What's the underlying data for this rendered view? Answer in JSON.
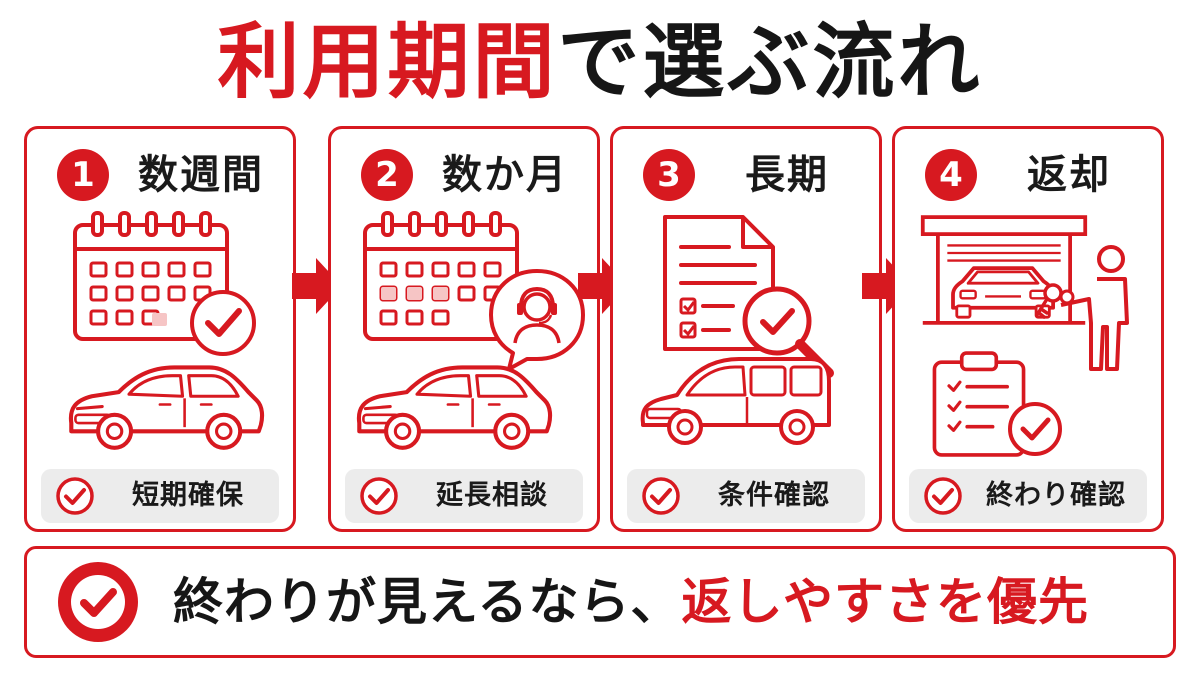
{
  "title": {
    "part1": "利用期間",
    "part2": "で選ぶ流れ"
  },
  "steps": [
    {
      "number": "1",
      "label": "数週間",
      "badge": "短期確保",
      "icons": [
        "calendar-icon",
        "check-circle-icon",
        "car-hatchback-icon"
      ]
    },
    {
      "number": "2",
      "label": "数か月",
      "badge": "延長相談",
      "icons": [
        "calendar-icon",
        "operator-headset-icon",
        "car-sedan-icon"
      ]
    },
    {
      "number": "3",
      "label": "長期",
      "badge": "条件確認",
      "icons": [
        "document-checklist-icon",
        "magnifier-check-icon",
        "car-minivan-icon"
      ]
    },
    {
      "number": "4",
      "label": "返却",
      "badge": "終わり確認",
      "icons": [
        "garage-car-icon",
        "person-key-icon",
        "clipboard-check-icon"
      ]
    }
  ],
  "banner": {
    "text": "終わりが見えるなら、",
    "highlight": "返しやすさを優先"
  },
  "colors": {
    "accent": "#d71920",
    "text": "#161616",
    "badge_bg": "#ececec",
    "highlight_cell": "#f6c5c5"
  }
}
